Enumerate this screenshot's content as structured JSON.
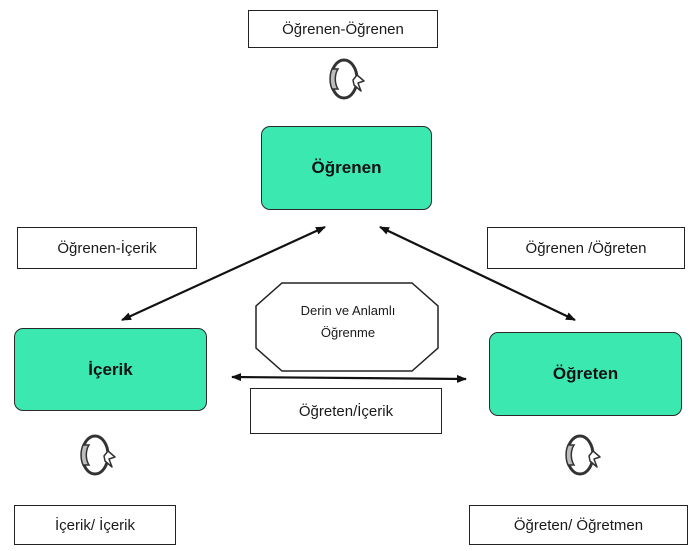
{
  "nodes": {
    "learner": "Öğrenen",
    "content": "İçerik",
    "teacher": "Öğreten"
  },
  "relations": {
    "learner_learner": "Öğrenen-Öğrenen",
    "learner_content": "Öğrenen-İçerik",
    "learner_teacher": "Öğrenen /Öğreten",
    "teacher_content": "Öğreten/İçerik",
    "content_content": "İçerik/ İçerik",
    "teacher_teacher": "Öğreten/ Öğretmen"
  },
  "center": {
    "line1": "Derin ve Anlamlı",
    "line2": "Öğrenme"
  },
  "colors": {
    "node_fill": "#3be8b0",
    "stroke": "#111111"
  }
}
